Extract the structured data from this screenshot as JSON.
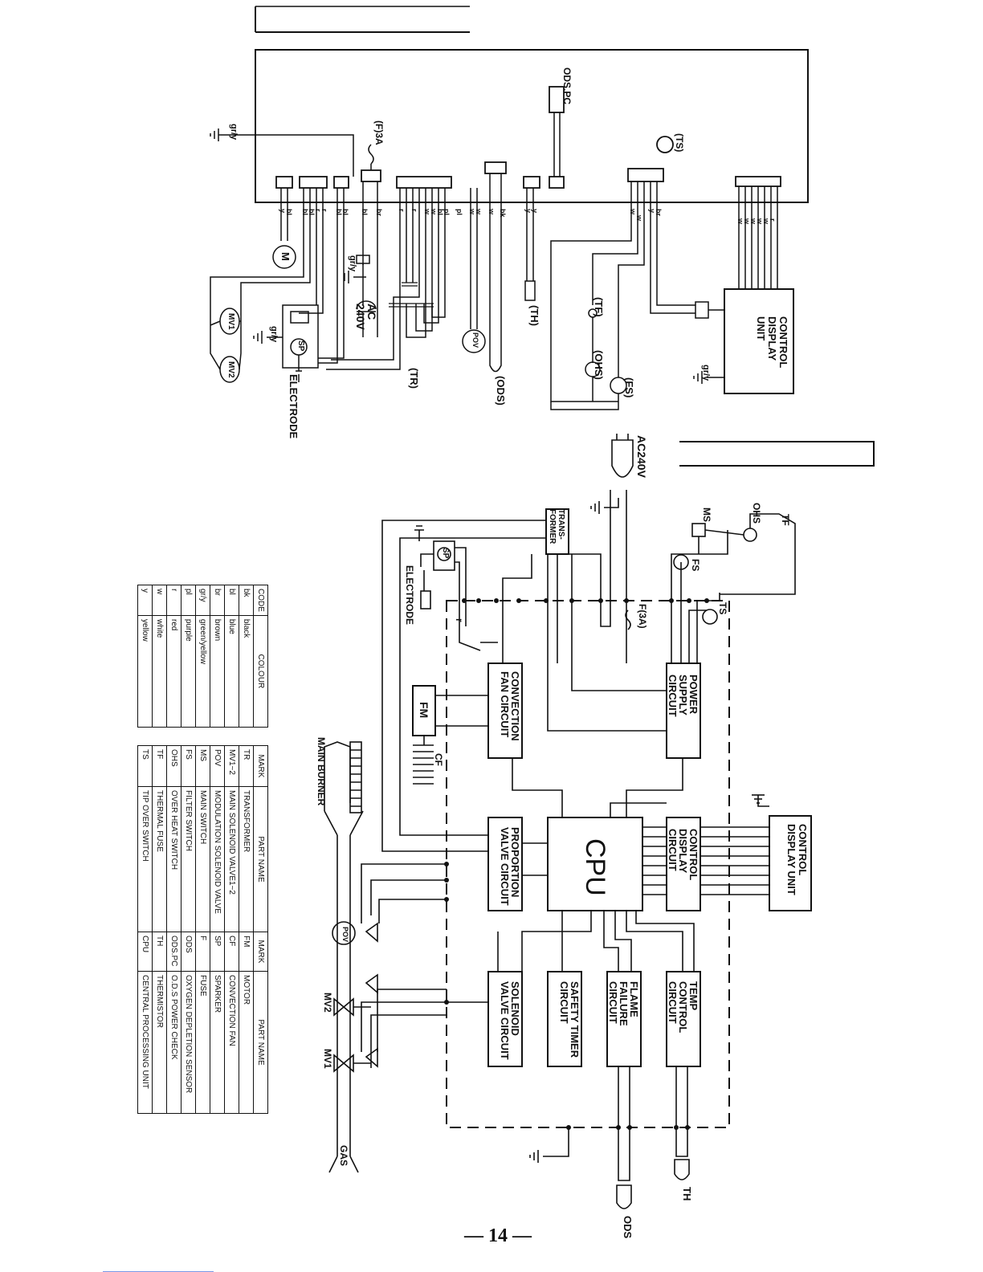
{
  "page_number": "— 14 —",
  "wiring": {
    "ods_pc": "ODS.PC",
    "fuse": "(F)3A",
    "ts": "(TS)",
    "gry": "gr/y",
    "ac": "AC",
    "ac240": "240V",
    "motor": "M",
    "mv1": "MV1",
    "mv2": "MV2",
    "sp": "SP",
    "pov": "POV",
    "electrode": "ELECTRODE",
    "tr": "(TR)",
    "ods": "(ODS)",
    "th": "(TH)",
    "tf": "(TF)",
    "ohs": "(OHS)",
    "fs": "(FS)",
    "control_display_unit": "CONTROL DISPLAY UNIT",
    "wire_codes": {
      "m": [
        "y",
        "bl"
      ],
      "mv": [
        "bl",
        "bl",
        "r",
        "r"
      ],
      "sp": [
        "bl",
        "bl"
      ],
      "ac": [
        "bl",
        "br"
      ],
      "tr": [
        "r",
        "r",
        "w",
        "w",
        "bl",
        "pl"
      ],
      "pov": [
        "pl",
        "w",
        "w"
      ],
      "ods": [
        "w",
        "bk"
      ],
      "th": [
        "y",
        "y"
      ],
      "sw": [
        "w",
        "w",
        "y",
        "br"
      ],
      "cdu": [
        "w",
        "w",
        "w",
        "w",
        "w",
        "r"
      ]
    }
  },
  "block": {
    "ac240v": "AC240V",
    "transformer": "TRANS-FORMER",
    "ms": "MS",
    "ohs": "OHS",
    "tf": "TF",
    "fs": "FS",
    "ts": "TS",
    "sp": "SP",
    "electrode": "ELECTRODE",
    "fuse": "F(3A)",
    "r1": "r",
    "fm": "FM",
    "cf": "CF",
    "convection_fan_circuit": "CONVECTION FAN CIRCUIT",
    "power_supply_circuit": "POWER SUPPLY CIRCUIT",
    "cpu": "CPU",
    "control_display_circuit": "CONTROL DISPLAY CIRCUIT",
    "control_display_unit": "CONTROL DISPLAY UNIT",
    "proportion_valve_circuit": "PROPORTION VALVE CIRCUIT",
    "solenoid_valve_circuit": "SOLENOID VALVE CIRCUIT",
    "safety_timer_circuit": "SAFETY TIMER CIRCUIT",
    "flame_failure_circuit": "FLAME FAILURE CIRCUIT",
    "temp_control_circuit": "TEMP CONTROL CIRCUIT",
    "main_burner": "MAIN BURNER",
    "pov": "POV",
    "mv1": "MV1",
    "mv2": "MV2",
    "gas": "GAS",
    "ods": "ODS",
    "th": "TH"
  },
  "colour_table": {
    "headers": [
      "CODE",
      "COLOUR"
    ],
    "rows": [
      [
        "bk",
        "black"
      ],
      [
        "bl",
        "blue"
      ],
      [
        "br",
        "brown"
      ],
      [
        "gr/y",
        "green/yellow"
      ],
      [
        "pl",
        "purple"
      ],
      [
        "r",
        "red"
      ],
      [
        "w",
        "white"
      ],
      [
        "y",
        "yellow"
      ]
    ]
  },
  "parts_table": {
    "headers": [
      "MARK",
      "PART NAME",
      "MARK",
      "PART NAME"
    ],
    "rows": [
      [
        "TR",
        "TRANSFORMER",
        "FM",
        "MOTOR"
      ],
      [
        "MV1~2",
        "MAIN SOLENOID VALVE1~2",
        "CF",
        "CONVECTION FAN"
      ],
      [
        "POV",
        "MODULATION SOLENOID VALVE",
        "SP",
        "SPARKER"
      ],
      [
        "MS",
        "MAIN SWITCH",
        "F",
        "FUSE"
      ],
      [
        "FS",
        "FILTER SWITCH",
        "ODS",
        "OXYGEN DEPLETION SENSOR"
      ],
      [
        "OHS",
        "OVER HEAT SWITCH",
        "ODS.PC",
        "O.D.S POWER CHECK"
      ],
      [
        "TF",
        "THERMAL FUSE",
        "TH",
        "THERMISTOR"
      ],
      [
        "TS",
        "TIP OVER SWITCH",
        "CPU",
        "CENTRAL PROCESSING UNIT"
      ]
    ]
  }
}
